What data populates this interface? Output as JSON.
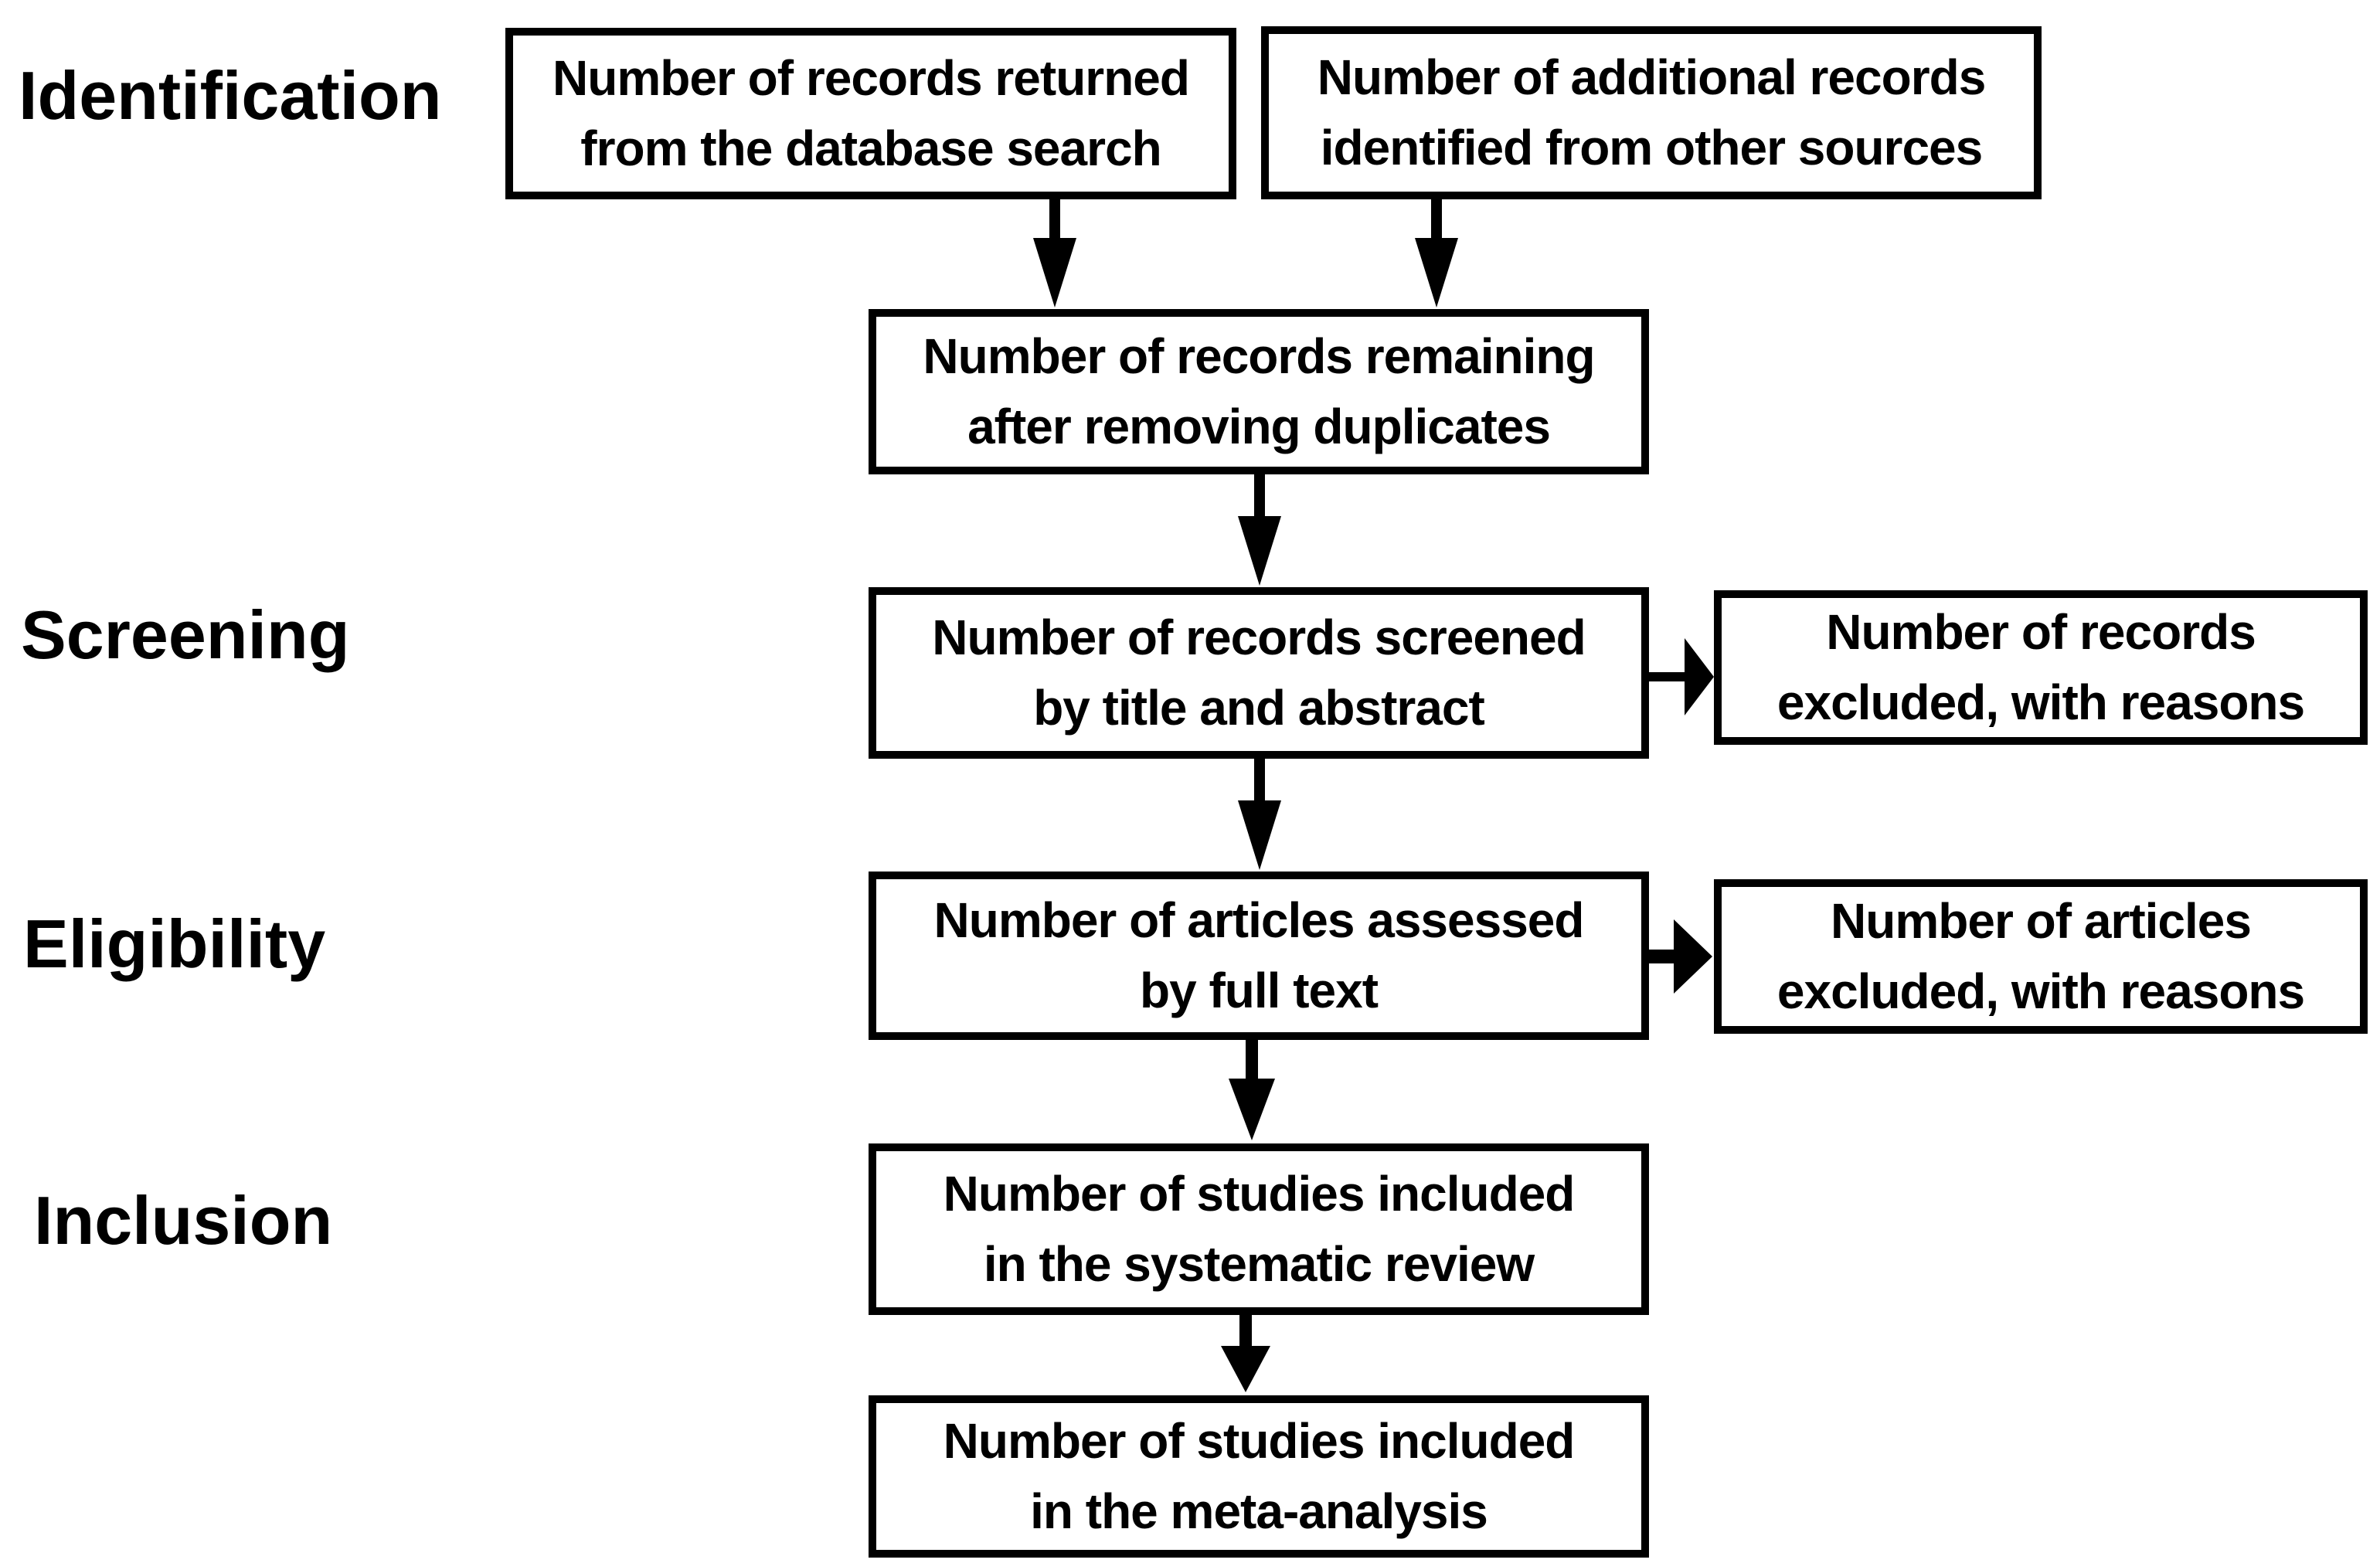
{
  "page": {
    "background_color": "#ffffff",
    "ink_color": "#000000",
    "diagram_type": "PRISMA flow diagram"
  },
  "stages": [
    {
      "id": "identification",
      "label": "Identification"
    },
    {
      "id": "screening",
      "label": "Screening"
    },
    {
      "id": "eligibility",
      "label": "Eligibility"
    },
    {
      "id": "inclusion",
      "label": "Inclusion"
    }
  ],
  "boxes": [
    {
      "id": "records-returned",
      "label": "Number of records returned\nfrom the database search"
    },
    {
      "id": "additional-records",
      "label": "Number of additional records\nidentified from other sources"
    },
    {
      "id": "duplicates-removed",
      "label": "Number of records remaining\nafter removing duplicates"
    },
    {
      "id": "records-screened",
      "label": "Number of records screened\nby title and abstract"
    },
    {
      "id": "records-excluded",
      "label": "Number of records\nexcluded, with reasons"
    },
    {
      "id": "articles-assessed",
      "label": "Number of articles assessed\nby full text"
    },
    {
      "id": "articles-excluded",
      "label": "Number of articles\nexcluded, with reasons"
    },
    {
      "id": "studies-systematic-review",
      "label": "Number of studies included\nin the systematic review"
    },
    {
      "id": "studies-meta-analysis",
      "label": "Number of studies included\nin the meta-analysis"
    }
  ]
}
